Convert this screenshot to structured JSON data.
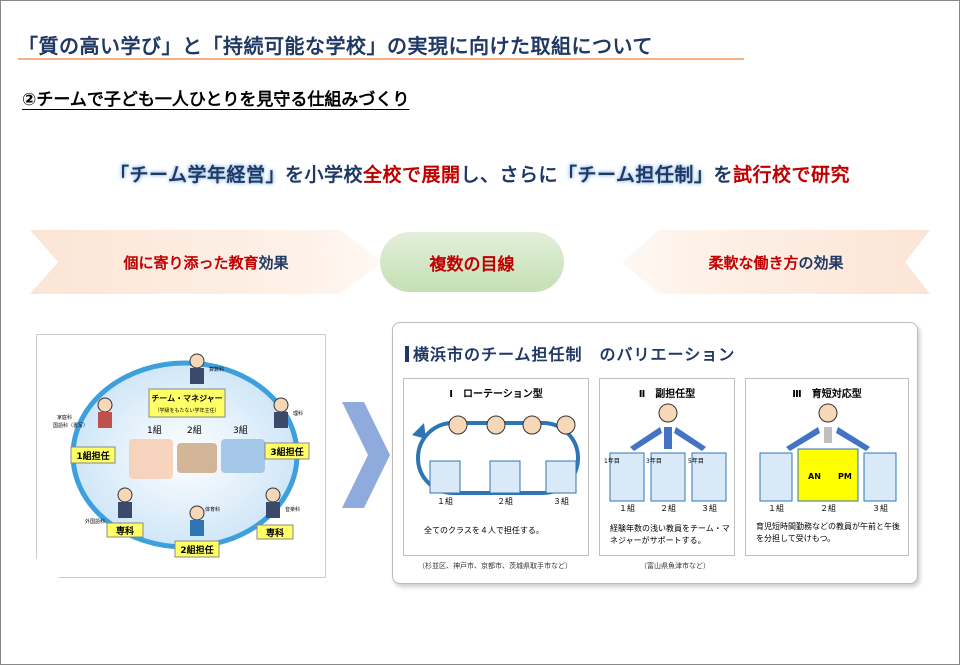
{
  "header": {
    "title": "「質の高い学び」と「持続可能な学校」の実現に向けた取組について",
    "subtitle": "②チームで子ども一人ひとりを見守る仕組みづくり"
  },
  "headline": {
    "p1": "「チーム学年経営」",
    "p2": "を小学校",
    "p3": "全校で展開",
    "p4": "し、さらに",
    "p5": "「チーム担任制」",
    "p6": "を",
    "p7": "試行校で研究"
  },
  "effects": {
    "left_red": "個に寄り添った教育",
    "left_navy": "効果",
    "center": "複数の目線",
    "right_red": "柔軟な働き方",
    "right_navy": "の効果"
  },
  "diagram": {
    "manager_title": "チーム・マネジャー",
    "manager_sub": "（学級をもたない学年主任）",
    "class1": "1組",
    "class2": "2組",
    "class3": "3組",
    "homeroom1": "1組担任",
    "homeroom2": "2組担任",
    "homeroom3": "3組担任",
    "specialist1": "専科",
    "specialist2": "専科",
    "role_arithmetic": "算数科",
    "role_home": "家庭科",
    "role_calligraphy": "国語科（書写）",
    "role_science": "理科",
    "role_foreign": "外国語科",
    "role_pe": "体育科",
    "role_music": "音楽科"
  },
  "card": {
    "title": "横浜市のチーム担任制　のバリエーション",
    "col1": {
      "head": "Ⅰ　ローテーション型",
      "c1": "１組",
      "c2": "２組",
      "c3": "３組",
      "desc": "全てのクラスを４人で担任する。",
      "note": "（杉並区、神戸市、京都市、茨城県取手市など）"
    },
    "col2": {
      "head": "Ⅱ　副担任型",
      "y1": "1年目",
      "y3": "3年目",
      "y5": "5年目",
      "c1": "１組",
      "c2": "２組",
      "c3": "３組",
      "desc": "経験年数の浅い教員をチーム・マネジャーがサポートする。",
      "note": "（富山県魚津市など）"
    },
    "col3": {
      "head": "Ⅲ　育短対応型",
      "am": "AN",
      "pm": "PM",
      "c1": "１組",
      "c2": "２組",
      "c3": "３組",
      "desc": "育児短時間勤務などの教員が午前と午後を分担して受けもつ。"
    }
  },
  "colors": {
    "navy": "#1f3864",
    "red": "#c00000",
    "accent_line": "#f4b183",
    "ribbon": "#fbe5d6",
    "pill": "#c5e0b4"
  }
}
